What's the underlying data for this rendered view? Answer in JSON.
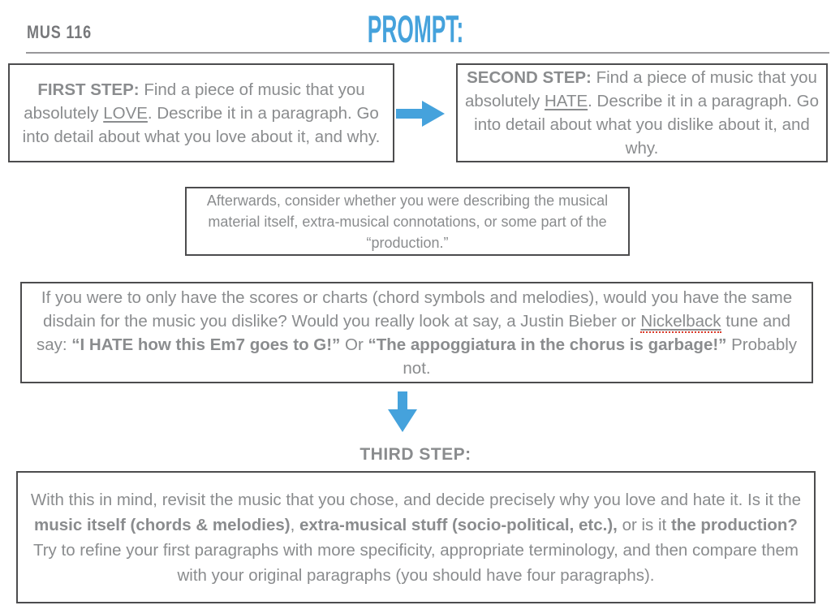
{
  "header": {
    "course_label": "MUS 116",
    "title": "PROMPT:"
  },
  "colors": {
    "accent_blue": "#45A2DC",
    "text_gray": "#8A8C8E",
    "border_gray": "#4C4C4E",
    "divider_gray": "#98979A",
    "spellcheck_red": "#D93A2B"
  },
  "icons": {
    "arrow_right_icon": "▶",
    "arrow_down_icon": "▼"
  },
  "boxes": {
    "first_step": {
      "segments": [
        {
          "text": "FIRST STEP: ",
          "bold": true
        },
        {
          "text": "Find a piece of music that you absolutely "
        },
        {
          "text": "LOVE",
          "underline": true
        },
        {
          "text": ". Describe it in a paragraph. Go into detail about what you love about it, and why."
        }
      ]
    },
    "second_step": {
      "segments": [
        {
          "text": "SECOND STEP: ",
          "bold": true
        },
        {
          "text": "Find a piece of music that you absolutely "
        },
        {
          "text": "HATE",
          "underline": true
        },
        {
          "text": ". Describe it in a paragraph. Go into detail about what you dislike about it, and why."
        }
      ]
    },
    "afterwards": {
      "segments": [
        {
          "text": "Afterwards, consider whether you were describing the musical material itself, extra-musical connotations, or some part of the “production.”"
        }
      ]
    },
    "scores_question": {
      "segments": [
        {
          "text": "If you were to only have the scores or charts (chord symbols and melodies), would you have the same disdain for the music you dislike? Would you really look at say, a Justin Bieber or "
        },
        {
          "text": "Nickelback",
          "underline": true,
          "spellcheck": true
        },
        {
          "text": " tune and say: "
        },
        {
          "text": "“I HATE how this Em7 goes to G!”",
          "bold": true
        },
        {
          "text": " Or "
        },
        {
          "text": "“The appoggiatura in the chorus is garbage!”",
          "bold": true
        },
        {
          "text": " Probably not."
        }
      ]
    },
    "third_step": {
      "heading": "THIRD STEP:",
      "segments": [
        {
          "text": "With this in mind, revisit the music that you chose, and decide precisely why you love and hate it. Is it the "
        },
        {
          "text": "music itself (chords & melodies)",
          "bold": true
        },
        {
          "text": ", "
        },
        {
          "text": "extra-musical stuff (socio-political, etc.),",
          "bold": true
        },
        {
          "text": " or is it "
        },
        {
          "text": "the production?",
          "bold": true
        },
        {
          "text": " Try to refine your first paragraphs with more specificity, appropriate terminology, and then compare them with your original paragraphs (you should have four paragraphs)."
        }
      ]
    }
  }
}
